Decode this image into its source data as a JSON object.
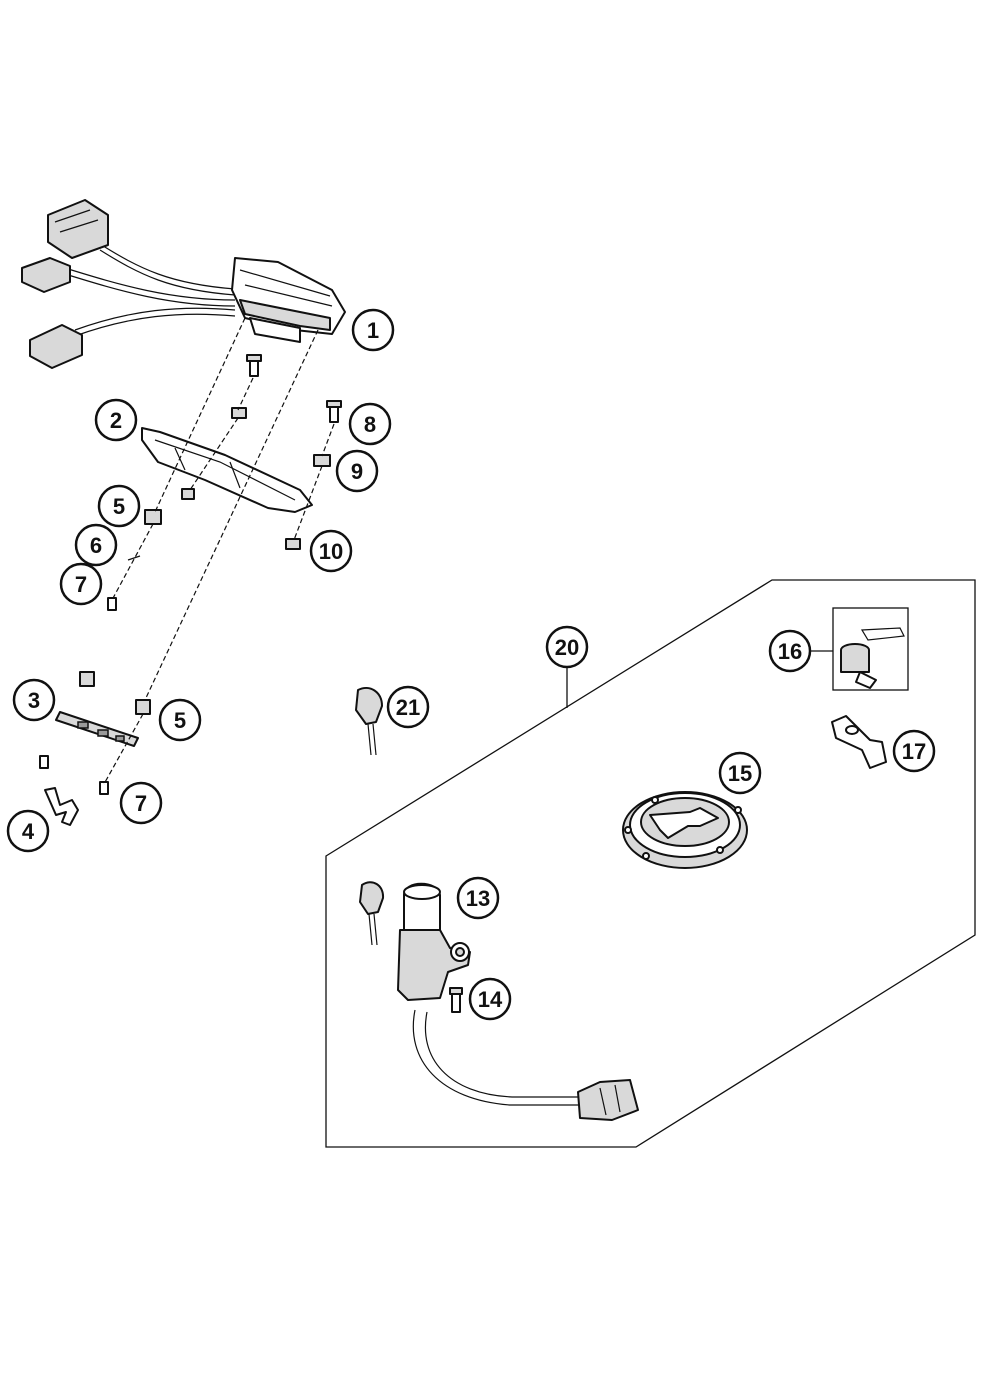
{
  "callouts": {
    "c1": "1",
    "c2": "2",
    "c3": "3",
    "c4": "4",
    "c5a": "5",
    "c5b": "5",
    "c6": "6",
    "c7a": "7",
    "c7b": "7",
    "c8": "8",
    "c9": "9",
    "c10": "10",
    "c13": "13",
    "c14": "14",
    "c15": "15",
    "c16": "16",
    "c17": "17",
    "c20": "20",
    "c21": "21"
  }
}
